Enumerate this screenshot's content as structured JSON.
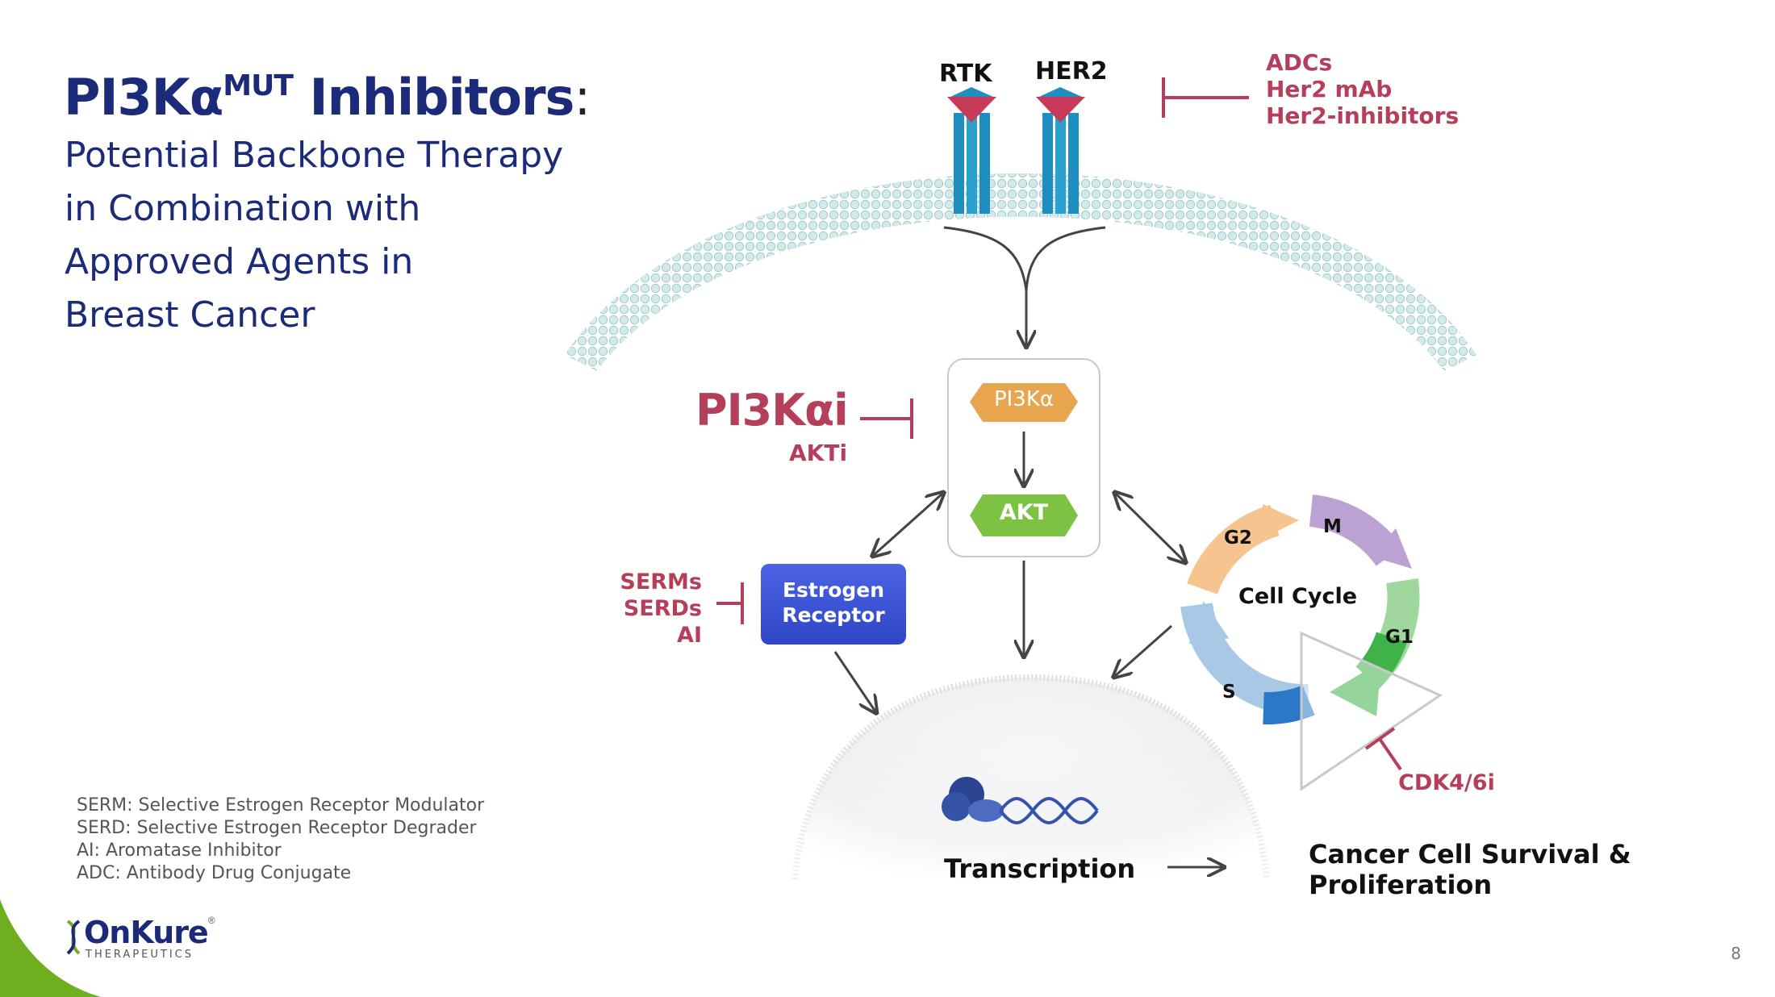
{
  "title": {
    "main": "PI3Kα",
    "sup": "MUT",
    "rest": " Inhibitors",
    "colon": ":"
  },
  "subtitle": [
    "Potential Backbone Therapy",
    "in Combination with",
    "Approved Agents in",
    "Breast Cancer"
  ],
  "receptors": {
    "rtk": "RTK",
    "her2": "HER2"
  },
  "her2_inhibitors": [
    "ADCs",
    "Her2 mAb",
    "Her2-inhibitors"
  ],
  "pi3k_inhibitor": {
    "main": "PI3Kαi",
    "sub": "AKTi"
  },
  "pathway": {
    "pi3k": "PI3Kα",
    "akt": "AKT"
  },
  "er_inhibitors": [
    "SERMs",
    "SERDs",
    "AI"
  ],
  "estrogen_receptor": [
    "Estrogen",
    "Receptor"
  ],
  "cell_cycle": {
    "label": "Cell Cycle",
    "phases": {
      "g2": "G2",
      "m": "M",
      "g1": "G1",
      "s": "S"
    },
    "inhibitor": "CDK4/6i"
  },
  "transcription": "Transcription",
  "outcome": [
    "Cancer Cell Survival &",
    "Proliferation"
  ],
  "abbreviations": [
    "SERM: Selective Estrogen Receptor Modulator",
    "SERD: Selective Estrogen Receptor Degrader",
    "AI: Aromatase Inhibitor",
    "ADC: Antibody Drug Conjugate"
  ],
  "logo": {
    "name": "OnKure",
    "reg": "®",
    "sub": "THERAPEUTICS"
  },
  "page_number": "8",
  "colors": {
    "navy": "#1c2a7a",
    "inhibitor_red": "#b53e5b",
    "pi3k_orange": "#e8a54f",
    "akt_green": "#7dc243",
    "er_blue": "#3d55d6",
    "membrane": "#a9d3d3",
    "receptor_blue": "#1f8dbd",
    "receptor_red": "#c83a5a",
    "brand_green": "#6fae1f"
  }
}
